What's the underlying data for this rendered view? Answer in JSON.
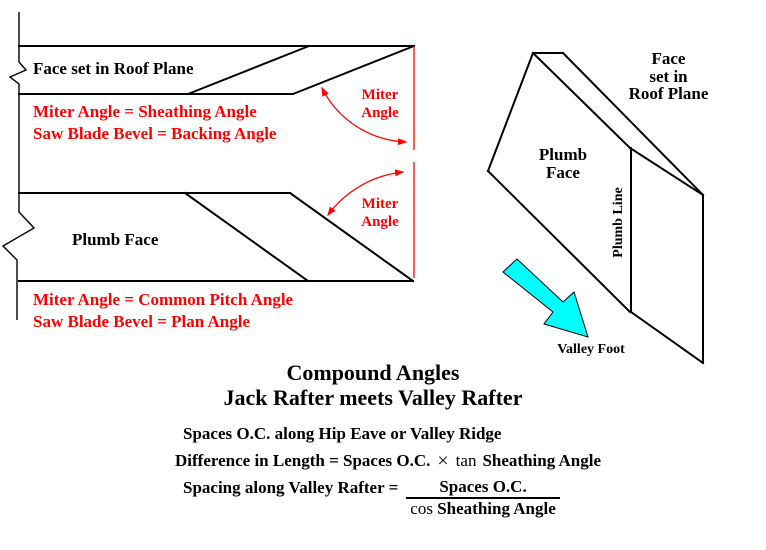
{
  "colors": {
    "red": "#FF0000",
    "cyan": "#00FFFF",
    "black": "#000000",
    "bg": "#FFFFFF"
  },
  "board_roof_plane": {
    "face_label": "Face set in Roof Plane",
    "rule1": "Miter Angle = Sheathing Angle",
    "rule2": "Saw Blade Bevel = Backing Angle",
    "miter_word1": "Miter",
    "miter_word2": "Angle"
  },
  "board_plumb": {
    "face_label": "Plumb Face",
    "rule1": "Miter Angle = Common Pitch Angle",
    "rule2": "Saw Blade Bevel = Plan Angle",
    "miter_word1": "Miter",
    "miter_word2": "Angle"
  },
  "rafter3d": {
    "roof_face_line1": "Face",
    "roof_face_line2": "set in",
    "roof_face_line3": "Roof Plane",
    "plumb_face_line1": "Plumb",
    "plumb_face_line2": "Face",
    "plumb_line_label": "Plumb Line",
    "valley_foot_label": "Valley Foot"
  },
  "title": {
    "line1": "Compound Angles",
    "line2": "Jack Rafter meets Valley Rafter"
  },
  "formulas": {
    "spaces_line": "Spaces O.C. along Hip Eave or Valley Ridge",
    "difference_lhs": "Difference in Length = Spaces O.C.",
    "times_sign": "×",
    "difference_fn": "tan",
    "difference_rhs": "Sheathing Angle",
    "spacing_lhs": "Spacing along Valley Rafter =",
    "fraction_numerator": "Spaces O.C.",
    "fraction_denominator_fn": "cos",
    "fraction_denominator_rest": "Sheathing Angle"
  }
}
